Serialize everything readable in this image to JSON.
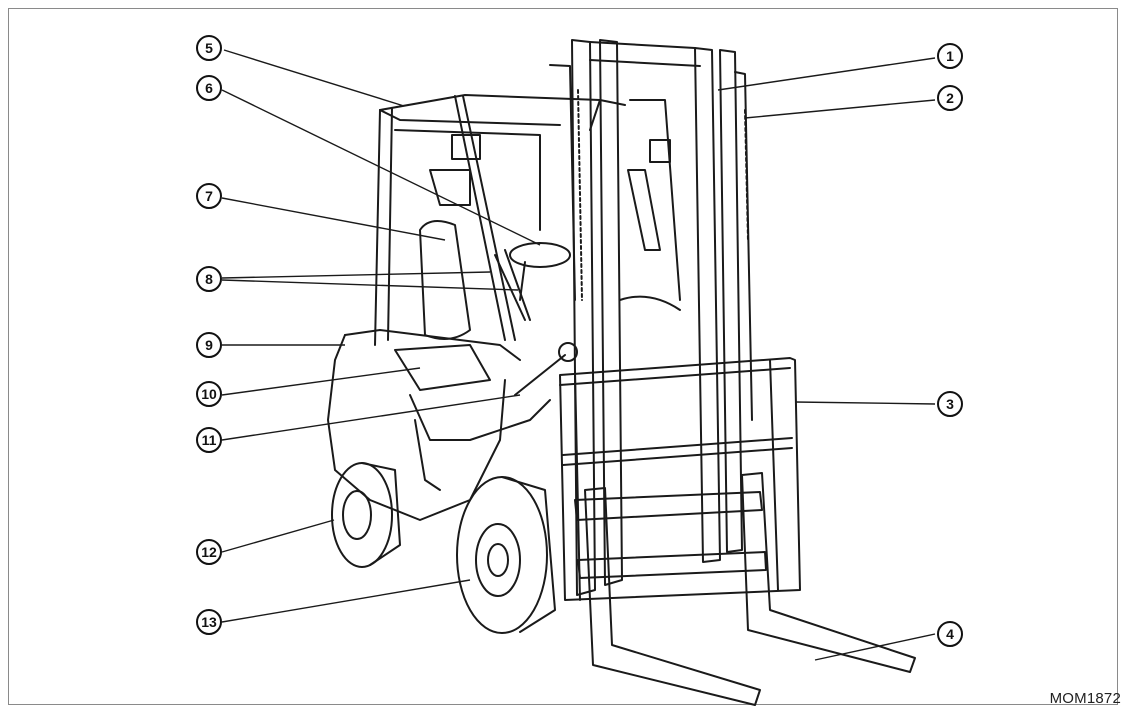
{
  "figure_code": "MOM1872",
  "callouts": [
    "1",
    "2",
    "3",
    "4",
    "5",
    "6",
    "7",
    "8",
    "9",
    "10",
    "11",
    "12",
    "13"
  ]
}
